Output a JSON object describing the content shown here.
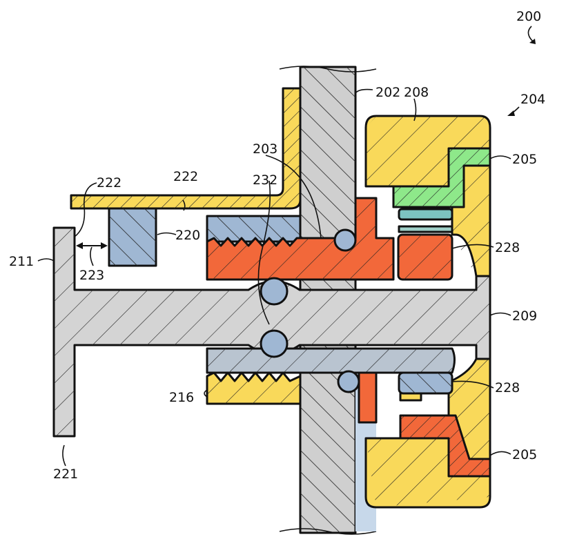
{
  "figure": {
    "number": "200",
    "labels": {
      "assembly": "204",
      "wall": "202",
      "housing": "208",
      "ring_upper": "205",
      "ring_lower": "205",
      "bracket_bend": "203",
      "thread": "232",
      "bracket_top_left": "222",
      "bracket_top_mid": "222",
      "block": "220",
      "flange": "211",
      "gap": "223",
      "seal_upper": "228",
      "seal_lower": "228",
      "shaft": "209",
      "nut": "216",
      "flange_bottom": "221"
    }
  },
  "colors": {
    "gray": "#d4d4d4",
    "yellow": "#f9d95a",
    "blue": "#9fb7d3",
    "orange": "#f2683a",
    "green": "#8ee88a",
    "teal": "#7cc3c0",
    "lightblue": "#c7d8ea"
  }
}
